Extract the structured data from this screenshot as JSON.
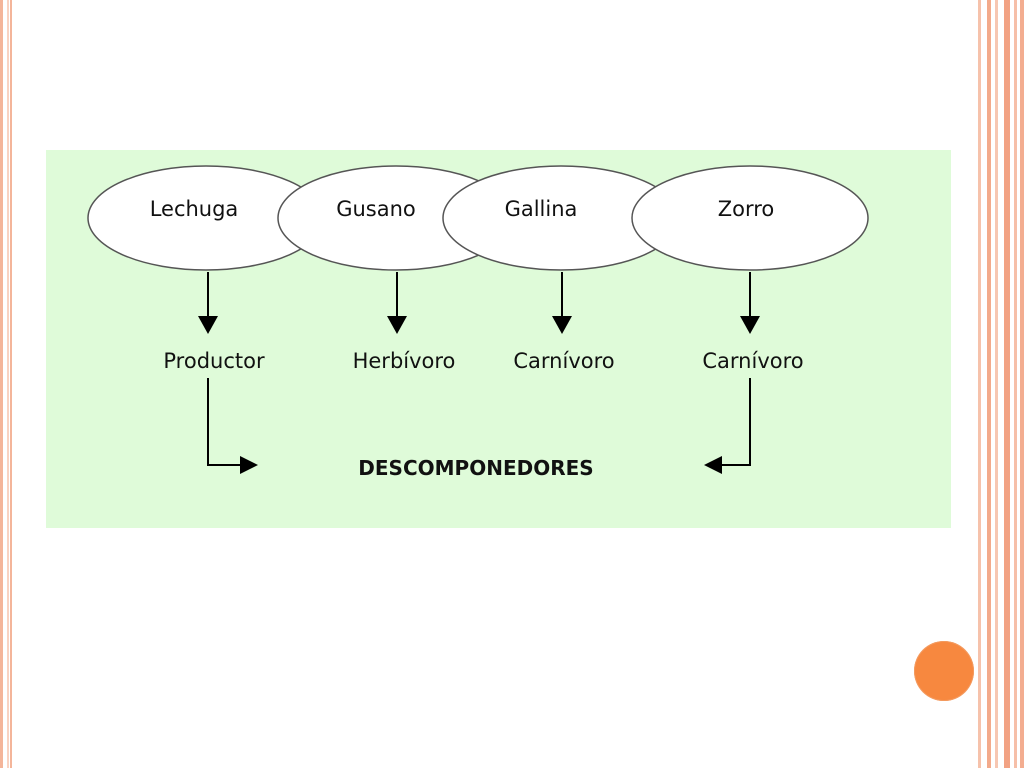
{
  "organisms": [
    {
      "name": "Lechuga",
      "role": "Productor"
    },
    {
      "name": "Gusano",
      "role": "Herbívoro"
    },
    {
      "name": "Gallina",
      "role": "Carnívoro"
    },
    {
      "name": "Zorro",
      "role": "Carnívoro"
    }
  ],
  "decomposers_label": "DESCOMPONEDORES",
  "colors": {
    "panel_background": "#dffbd9",
    "accent_circle": "#f7883f",
    "border": "#f3aa8b"
  }
}
